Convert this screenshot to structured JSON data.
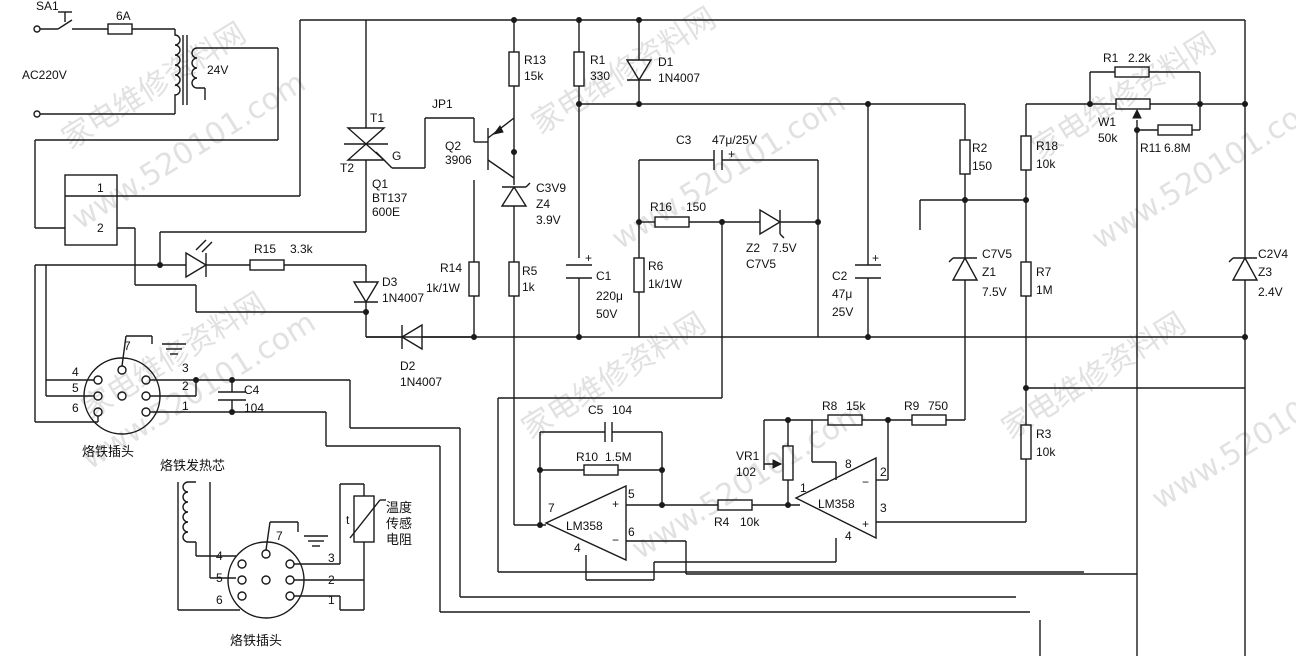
{
  "watermark": {
    "site": "www.520101.com",
    "brand": "家电维修资料网"
  },
  "power": {
    "switch": "SA1",
    "fuse": "6A",
    "mains": "AC220V",
    "secondary": "24V"
  },
  "triac": {
    "ref": "T1",
    "t2": "T2",
    "g": "G",
    "q": "Q1",
    "part": "BT137",
    "rating": "600E"
  },
  "relay": {
    "pin1": "1",
    "pin2": "2"
  },
  "jumper": "JP1",
  "transistor": {
    "ref": "Q2",
    "part": "3906"
  },
  "zener_z4": {
    "code": "C3V9",
    "ref": "Z4",
    "value": "3.9V"
  },
  "r13": {
    "ref": "R13",
    "value": "15k"
  },
  "r1a": {
    "ref": "R1",
    "value": "330"
  },
  "d1": {
    "ref": "D1",
    "part": "1N4007"
  },
  "c3": {
    "ref": "C3",
    "value": "47μ/25V"
  },
  "r16": {
    "ref": "R16",
    "value": "150"
  },
  "z2": {
    "ref": "Z2",
    "value": "7.5V",
    "code": "C7V5"
  },
  "r15": {
    "ref": "R15",
    "value": "3.3k"
  },
  "d3": {
    "ref": "D3",
    "part": "1N4007"
  },
  "d2": {
    "ref": "D2",
    "part": "1N4007"
  },
  "r14": {
    "ref": "R14",
    "value": "1k/1W"
  },
  "r5": {
    "ref": "R5",
    "value": "1k"
  },
  "c1": {
    "ref": "C1",
    "value": "220μ",
    "volt": "50V"
  },
  "r6": {
    "ref": "R6",
    "value": "1k/1W"
  },
  "c2": {
    "ref": "C2",
    "value": "47μ",
    "volt": "25V"
  },
  "r2": {
    "ref": "R2",
    "value": "150"
  },
  "z1": {
    "code": "C7V5",
    "ref": "Z1",
    "value": "7.5V"
  },
  "r18": {
    "ref": "R18",
    "value": "10k"
  },
  "r7": {
    "ref": "R7",
    "value": "1M"
  },
  "r3": {
    "ref": "R3",
    "value": "10k"
  },
  "r1b": {
    "ref": "R1",
    "value": "2.2k"
  },
  "w1": {
    "ref": "W1",
    "value": "50k"
  },
  "r11": {
    "ref": "R11",
    "value": "6.8M"
  },
  "z3": {
    "code": "C2V4",
    "ref": "Z3",
    "value": "2.4V"
  },
  "c5": {
    "ref": "C5",
    "value": "104"
  },
  "r10": {
    "ref": "R10",
    "value": "1.5M"
  },
  "opamp_left": {
    "part": "LM358",
    "pins": [
      "7",
      "5",
      "6",
      "4"
    ],
    "plus": "+",
    "minus": "−"
  },
  "r4": {
    "ref": "R4",
    "value": "10k"
  },
  "vr1": {
    "ref": "VR1",
    "value": "102"
  },
  "r8": {
    "ref": "R8",
    "value": "15k"
  },
  "r9": {
    "ref": "R9",
    "value": "750"
  },
  "opamp_right": {
    "part": "LM358",
    "pins": [
      "1",
      "8",
      "2",
      "3",
      "4"
    ],
    "plus": "+",
    "minus": "−"
  },
  "c4": {
    "ref": "C4",
    "value": "104"
  },
  "plug_top": {
    "caption": "烙铁插头",
    "pins": [
      "7",
      "4",
      "5",
      "6",
      "3",
      "2",
      "1"
    ]
  },
  "plug_bottom": {
    "caption": "烙铁插头",
    "pins": [
      "7",
      "4",
      "5",
      "6",
      "3",
      "2",
      "1"
    ]
  },
  "heater": "烙铁发热芯",
  "sensor": {
    "symbol": "t",
    "line1": "温度",
    "line2": "传感",
    "line3": "电阻"
  }
}
